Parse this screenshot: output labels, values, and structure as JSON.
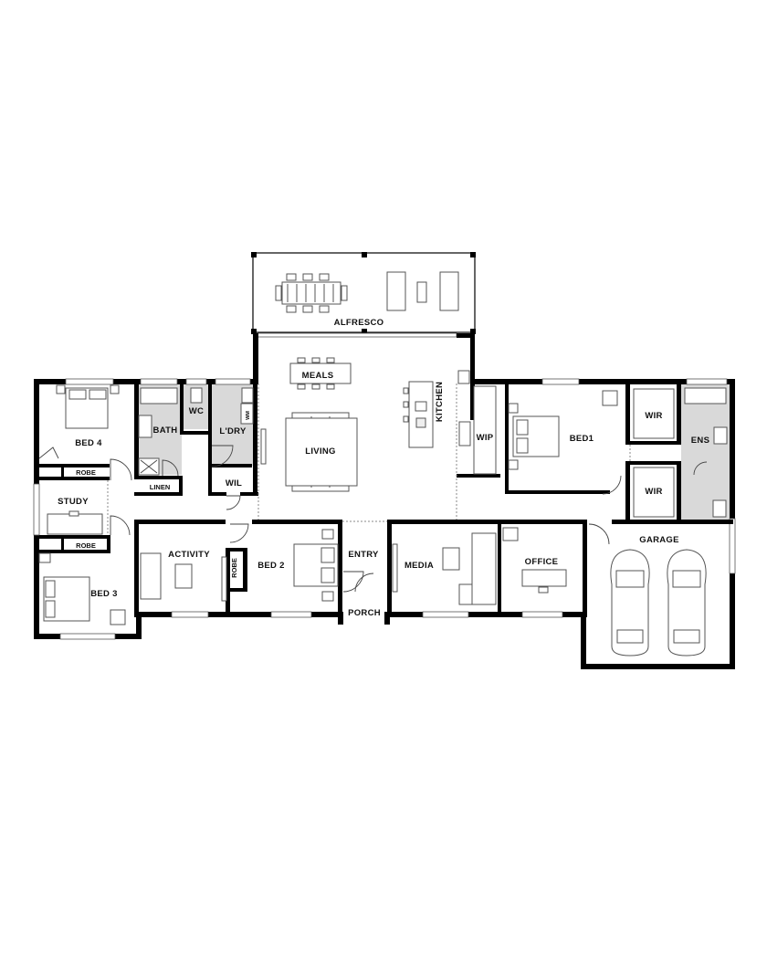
{
  "rooms": {
    "alfresco": "ALFRESCO",
    "meals": "MEALS",
    "kitchen": "KITCHEN",
    "living": "LIVING",
    "bed4": "BED 4",
    "bath": "BATH",
    "wc": "WC",
    "laundry": "L'DRY",
    "wm": "WM",
    "linen": "LINEN",
    "wil": "WIL",
    "robe_bed4": "ROBE",
    "study": "STUDY",
    "robe_bed3": "ROBE",
    "bed3": "BED 3",
    "activity": "ACTIVITY",
    "robe_bed2": "ROBE",
    "bed2": "BED 2",
    "entry": "ENTRY",
    "porch": "PORCH",
    "media": "MEDIA",
    "office": "OFFICE",
    "wip": "WIP",
    "bed1": "BED1",
    "wir_top": "WIR",
    "wir_bottom": "WIR",
    "ens": "ENS",
    "garage": "GARAGE"
  }
}
